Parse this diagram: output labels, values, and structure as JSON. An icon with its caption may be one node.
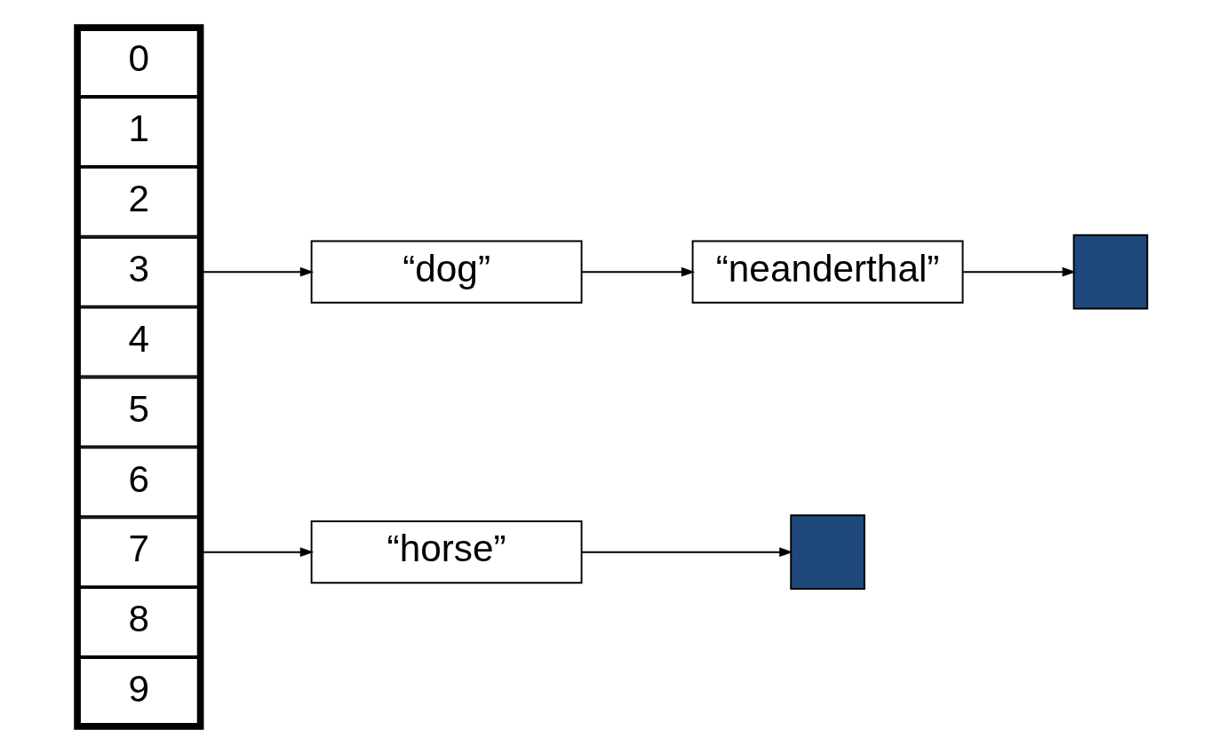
{
  "diagram": {
    "nodes": [
      {
        "text": [],
        "shape": "box"
      },
      {
        "text": [
          "0"
        ],
        "in": 0
      },
      {
        "text": [
          "1"
        ],
        "in": 0
      },
      {
        "text": [
          "2"
        ],
        "in": 0
      },
      {
        "text": [
          "3"
        ],
        "in": 0
      },
      {
        "text": [
          "4"
        ],
        "in": 0
      },
      {
        "text": [
          "5"
        ],
        "in": 0
      },
      {
        "text": [
          "6"
        ],
        "in": 0
      },
      {
        "text": [
          "7"
        ],
        "in": 0
      },
      {
        "text": [
          "8"
        ],
        "in": 0
      },
      {
        "text": [
          "9"
        ],
        "in": 0
      },
      {
        "text": [
          "“dog”"
        ]
      },
      {
        "text": [
          "“neanderthal”"
        ]
      },
      {
        "text": [],
        "shape": "box"
      },
      {
        "text": [
          "“horse”"
        ]
      },
      {
        "text": [],
        "shape": "box"
      }
    ],
    "edges": [
      {
        "from": 4,
        "to": 11,
        "arrow": "to"
      },
      {
        "from": 11,
        "to": 12,
        "arrow": "to"
      },
      {
        "from": 12,
        "to": 13,
        "arrow": "to"
      },
      {
        "from": 8,
        "to": 14,
        "arrow": "to"
      },
      {
        "from": 14,
        "to": 15,
        "arrow": "to"
      }
    ]
  }
}
